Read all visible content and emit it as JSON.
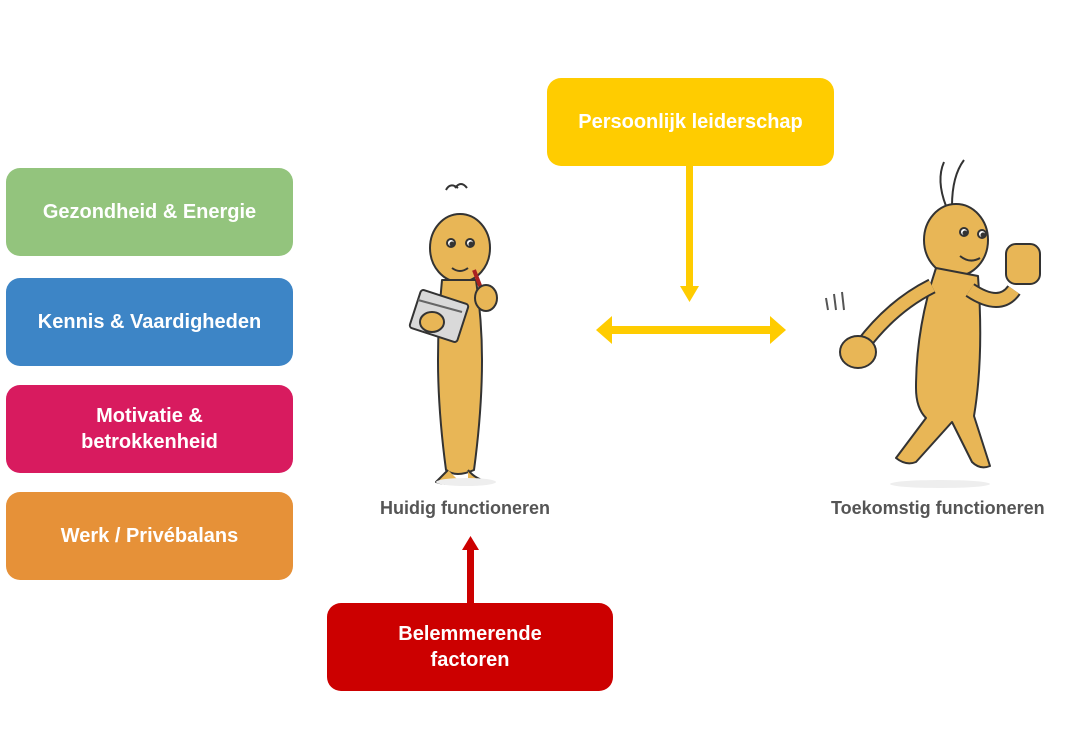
{
  "factors": [
    {
      "label": "Gezondheid & Energie",
      "color": "#93c47d"
    },
    {
      "label": "Kennis & Vaardigheden",
      "color": "#3d85c6"
    },
    {
      "label": "Motivatie &\nbetrokkenheid",
      "color": "#d81b5f"
    },
    {
      "label": "Werk / Privébalans",
      "color": "#e69138"
    }
  ],
  "leadership": {
    "label": "Persoonlijk leiderschap",
    "color": "#ffcc00"
  },
  "obstacles": {
    "label": "Belemmerende\nfactoren",
    "color": "#cc0000"
  },
  "current": {
    "caption": "Huidig functioneren"
  },
  "future": {
    "caption": "Toekomstig functioneren"
  },
  "colors": {
    "arrow_yellow": "#ffcc00",
    "arrow_red": "#cc0000",
    "skin": "#e8b656",
    "outline": "#333333"
  }
}
